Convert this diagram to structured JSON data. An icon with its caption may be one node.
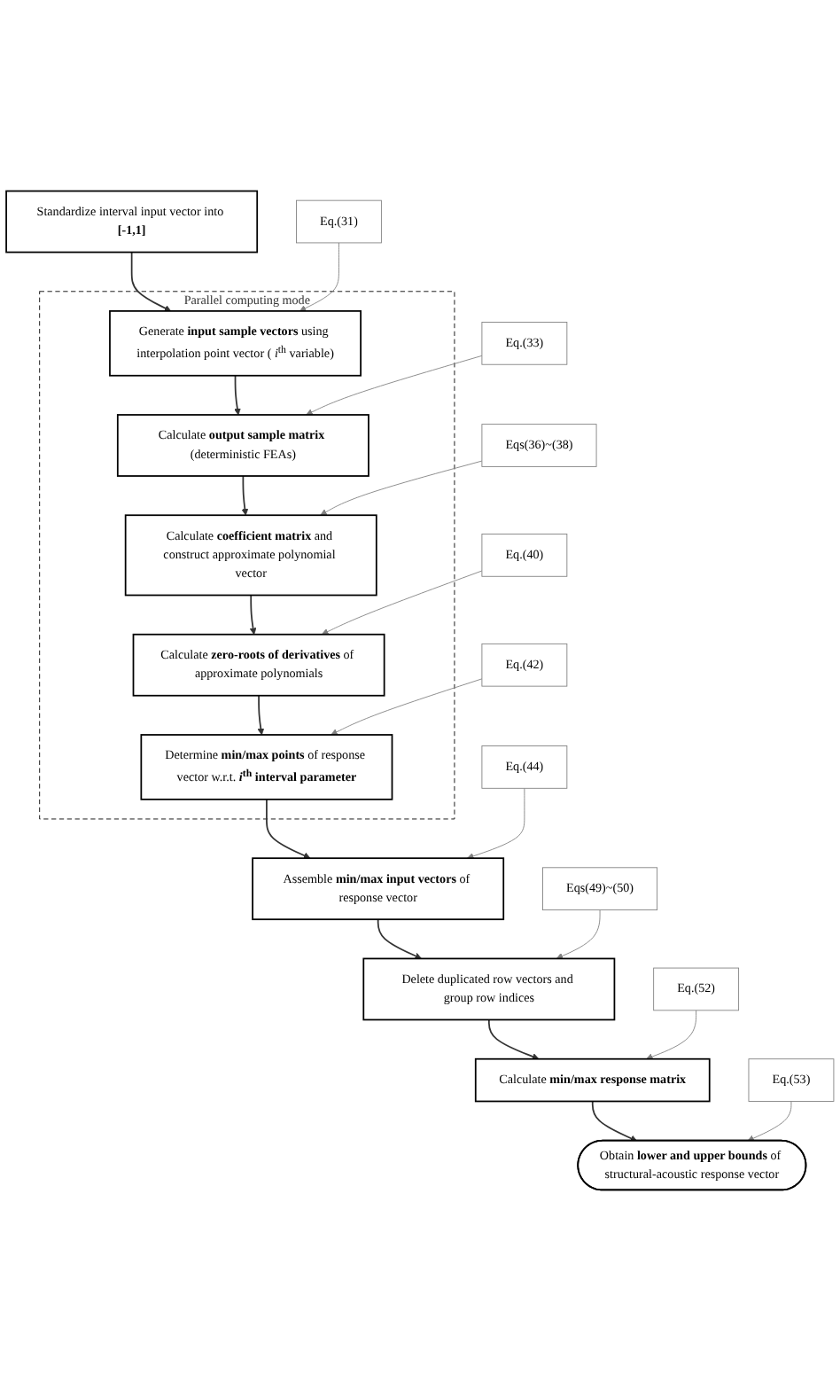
{
  "diagram": {
    "nodes": [
      {
        "text": [
          "Standardize interval input vector into **[-1,1]**"
        ]
      },
      {
        "text": [
          "Parallel computing mode"
        ]
      },
      {
        "text": [
          "Generate **input sample vectors** using interpolation point vector ( *i*$^{th}$ variable)"
        ],
        "in": 1
      },
      {
        "text": [
          "Eq.(31)"
        ]
      },
      {
        "text": [
          "Calculate **output sample matrix** (deterministic FEAs)"
        ],
        "in": 1
      },
      {
        "text": [
          "Eq.(33)"
        ]
      },
      {
        "text": [
          "Calculate **coefficient matrix** and construct approximate polynomial vector"
        ],
        "in": 1
      },
      {
        "text": [
          "Eqs(36)~(38)"
        ]
      },
      {
        "text": [
          "Calculate **zero-roots of derivatives** of approximate polynomials"
        ],
        "in": 1
      },
      {
        "text": [
          "Eq.(40)"
        ]
      },
      {
        "text": [
          "Determine **min/max points** of response vector w.r.t. ***i*$^{th}$ interval parameter**"
        ],
        "in": 1
      },
      {
        "text": [
          "Eq.(42)"
        ]
      },
      {
        "text": [
          "Assemble **min/max input vectors** of response vector"
        ]
      },
      {
        "text": [
          "Eq.(44)"
        ]
      },
      {
        "text": [
          "Delete duplicated row vectors and group row indices"
        ]
      },
      {
        "text": [
          "Eqs(49)~(50)"
        ]
      },
      {
        "text": [
          "Calculate **min/max response matrix**"
        ]
      },
      {
        "text": [
          "Eq.(52)"
        ]
      },
      {
        "text": [
          "Obtain **lower and upper bounds** of structural-acoustic response vector"
        ]
      },
      {
        "text": [
          "Eq.(53)"
        ]
      }
    ],
    "edges": [
      {
        "from": 0,
        "to": 2,
        "arrow": "to"
      },
      {
        "from": 2,
        "to": 4,
        "arrow": "to"
      },
      {
        "from": 4,
        "to": 6,
        "arrow": "to"
      },
      {
        "from": 6,
        "to": 8,
        "arrow": "to"
      },
      {
        "from": 8,
        "to": 10,
        "arrow": "to"
      },
      {
        "from": 10,
        "to": 12,
        "arrow": "to"
      },
      {
        "from": 12,
        "to": 14,
        "arrow": "to"
      },
      {
        "from": 14,
        "to": 16,
        "arrow": "to"
      },
      {
        "from": 16,
        "to": 18,
        "arrow": "to"
      },
      {
        "from": 3,
        "to": 2,
        "arrow": "to",
        "color": "#808080"
      },
      {
        "from": 5,
        "to": 4,
        "arrow": "to",
        "color": "#808080"
      },
      {
        "from": 7,
        "to": 6,
        "arrow": "to",
        "color": "#808080"
      },
      {
        "from": 9,
        "to": 8,
        "arrow": "to",
        "color": "#808080"
      },
      {
        "from": 11,
        "to": 10,
        "arrow": "to",
        "color": "#808080"
      },
      {
        "from": 13,
        "to": 12,
        "arrow": "to",
        "color": "#808080"
      },
      {
        "from": 15,
        "to": 14,
        "arrow": "to",
        "color": "#808080"
      },
      {
        "from": 17,
        "to": 16,
        "arrow": "to",
        "color": "#808080"
      },
      {
        "from": 19,
        "to": 18,
        "arrow": "to",
        "color": "#808080"
      }
    ]
  }
}
